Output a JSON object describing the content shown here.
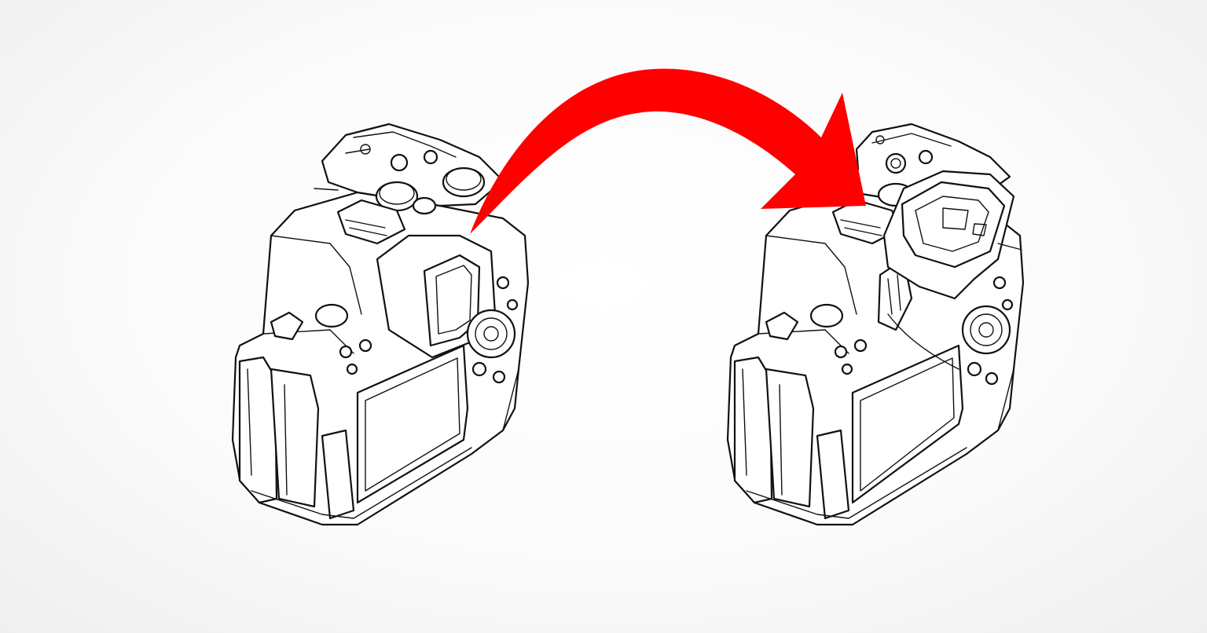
{
  "diagram": {
    "nodes": [
      {
        "id": "camera-before",
        "depiction": "camera-rear-view-fixed-viewfinder"
      },
      {
        "id": "camera-after",
        "depiction": "camera-rear-view-tilted-viewfinder"
      }
    ],
    "edges": [
      {
        "from": "camera-before",
        "to": "camera-after",
        "style": "curved-arrow"
      }
    ]
  },
  "colors": {
    "arrow": "#ff0000",
    "line_art": "#111111",
    "background": "#ffffff"
  }
}
